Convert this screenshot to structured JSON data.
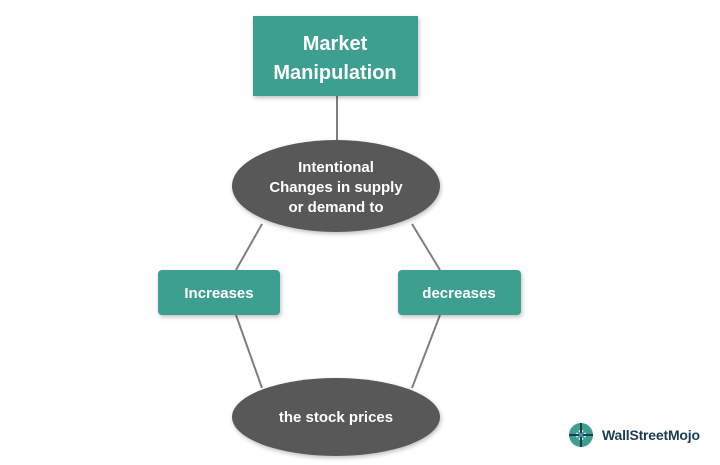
{
  "diagram": {
    "title_line1": "Market",
    "title_line2": "Manipulation",
    "center_line1": "Intentional",
    "center_line2": "Changes in supply",
    "center_line3": "or demand to",
    "left_label": "Increases",
    "right_label": "decreases",
    "bottom_label": "the stock prices"
  },
  "logo": {
    "text": "WallStreetMojo"
  },
  "colors": {
    "teal": "#3e9f8f",
    "oval": "#595959",
    "connector": "#7f7f7f"
  }
}
